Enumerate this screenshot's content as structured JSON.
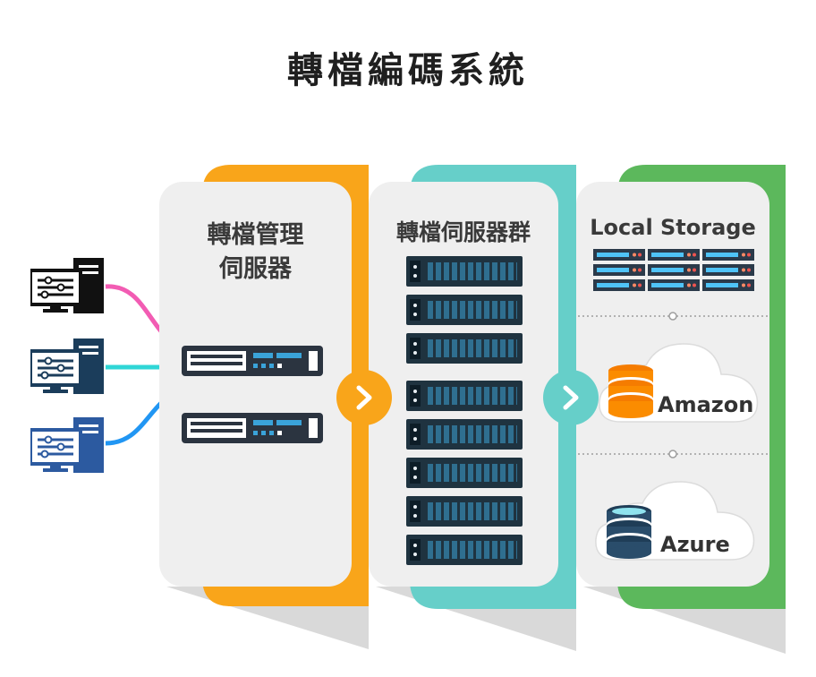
{
  "title": "轉檔編碼系統",
  "colors": {
    "orange": "#f9a51a",
    "teal": "#66cfc9",
    "green": "#5cb85c",
    "panel": "#efefef",
    "client1": "#111111",
    "client2": "#1b3d5b",
    "client3": "#2c5aa0",
    "line_pink": "#f25cb3",
    "line_cyan": "#2fd6d6",
    "line_blue": "#2196f3"
  },
  "panels": {
    "management": {
      "title_line1": "轉檔管理",
      "title_line2": "伺服器"
    },
    "servers": {
      "title": "轉檔伺服器群"
    },
    "storage": {
      "title": "Local Storage",
      "cloud1_label": "Amazon",
      "cloud2_label": "Azure"
    }
  },
  "icons": {
    "clients": [
      "workstation-icon",
      "workstation-icon",
      "workstation-icon"
    ],
    "management_servers": [
      "rack-server-icon",
      "rack-server-icon"
    ],
    "server_farm": [
      "rack-unit-icon",
      "rack-unit-icon",
      "rack-unit-icon",
      "rack-unit-icon",
      "rack-unit-icon",
      "rack-unit-icon",
      "rack-unit-icon",
      "rack-unit-icon"
    ],
    "arrows": [
      "chevron-right-icon",
      "chevron-right-icon"
    ],
    "storage": [
      "storage-array-icon",
      "database-icon",
      "database-icon",
      "cloud-icon",
      "cloud-icon"
    ]
  }
}
